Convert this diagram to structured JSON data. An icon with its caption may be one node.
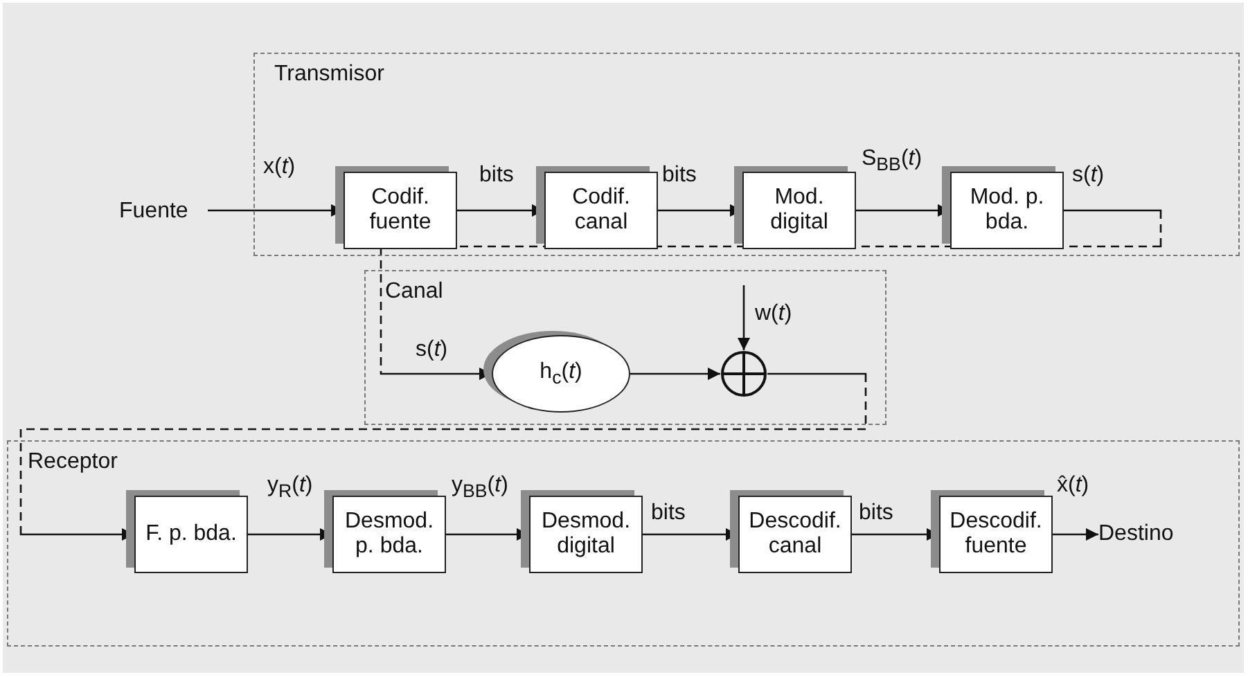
{
  "diagram": {
    "nodes": [
      {
        "text": [
          "Fuente"
        ]
      },
      {
        "text": [
          "Transmisor"
        ]
      },
      {
        "text": [
          "Codif. fuente"
        ],
        "in": 1
      },
      {
        "text": [
          "Codif. canal"
        ],
        "in": 1
      },
      {
        "text": [
          "Mod. digital"
        ],
        "in": 1
      },
      {
        "text": [
          "Mod. p. bda."
        ],
        "in": 1
      },
      {
        "text": [
          "Canal"
        ]
      },
      {
        "text": [
          "h$_{c}$(*t*)"
        ],
        "in": 6
      },
      {
        "text": [],
        "shape": "circle",
        "in": 6
      },
      {
        "text": [
          "Receptor"
        ]
      },
      {
        "text": [
          "F. p. bda."
        ],
        "in": 9
      },
      {
        "text": [
          "Desmod. p. bda."
        ],
        "in": 9
      },
      {
        "text": [
          "Desmod. digital"
        ],
        "in": 9
      },
      {
        "text": [
          "Descodif. canal"
        ],
        "in": 9
      },
      {
        "text": [
          "Descodif. fuente"
        ],
        "in": 9
      },
      {
        "text": [
          "Destino"
        ],
        "in": 9
      }
    ],
    "edges": [
      {
        "from": 0,
        "to": 2,
        "arrow": "to",
        "label": "x(*t*)"
      },
      {
        "from": 2,
        "to": 3,
        "arrow": "to",
        "label": "bits"
      },
      {
        "from": 3,
        "to": 4,
        "arrow": "to",
        "label": "bits"
      },
      {
        "from": 4,
        "to": 5,
        "arrow": "to",
        "label": "S$_{BB}$(*t*)"
      },
      {
        "from": 5,
        "to": 7,
        "arrow": "to",
        "label": "s(*t*)",
        "style": "dashed"
      },
      {
        "from": null,
        "to": 8,
        "arrow": "to",
        "label": "w(*t*)"
      },
      {
        "from": 7,
        "to": 8,
        "arrow": "to"
      },
      {
        "from": 8,
        "to": 10,
        "arrow": "to",
        "style": "dashed"
      },
      {
        "from": 10,
        "to": 11,
        "arrow": "to",
        "label": "y$_{R}$(*t*)"
      },
      {
        "from": 11,
        "to": 12,
        "arrow": "to",
        "label": "y$_{BB}$(*t*)"
      },
      {
        "from": 12,
        "to": 13,
        "arrow": "to",
        "label": "bits"
      },
      {
        "from": 13,
        "to": 14,
        "arrow": "to",
        "label": "bits"
      },
      {
        "from": 14,
        "to": 15,
        "arrow": "to",
        "label": "x̂(*t*)"
      }
    ],
    "labels": [
      "s(*t*)"
    ]
  }
}
